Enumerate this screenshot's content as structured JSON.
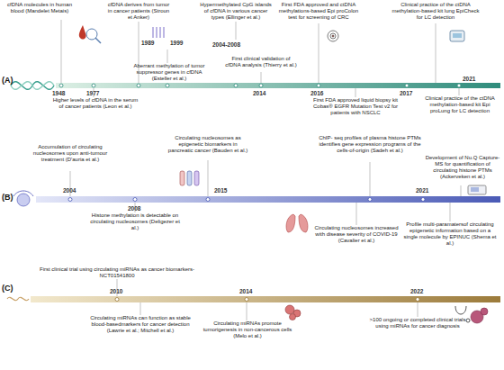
{
  "diagram": {
    "labels": [
      "(A)",
      "cfDNA molecules in human blood (Mandelet Metais)",
      "1948",
      "1977",
      "Higher levels of cfDNA in the serum of cancer patients (Leon et al.)",
      "cfDNA derives from tumor in cancer patients (Stroun et Anker)",
      "1989",
      "1999",
      "Aberrant methylation of tumor suppressor genes in cfDNA (Esteller et al.)",
      "Hypermethylated CpG islands of cfDNA in various cancer types (Ellinger et al.)",
      "2004-2008",
      "First clinical validation of cfDNA analysis (Thierry et al.)",
      "2014",
      "First FDA approved and ctDNA methylations-based Epi proColon test for screening of CRC",
      "2016",
      "First FDA approved liquid biopsy kit Cobas® EGFR Mutation Test v2 for patients with NSCLC",
      "2017",
      "Clinical practice of the ctDNA methylation-based kit lung EpiCheck for LC detection",
      "2021",
      "Clinical practice of the ctDNA methylation-based kit Epi proLung for LC detection",
      "(B)",
      "Accumulation of circulating nucleosomes upon anti-tumour treatment (D'auria et al.)",
      "2004",
      "2008",
      "Histone methylation is detectable on circulating nucleosomes (Deligezer et al.)",
      "Circulating nucleosomes as epigenetic biomarkers in pancreatic cancer (Bauden et al.)",
      "2015",
      "ChIP- seq profiles of plasma histone PTMs identifies gene expression programs of the cells-of-origin (Sadeh et al.)",
      "2021",
      "Development of Nu.Q Capture-MS for quantification of circulating histone PTMs (Ackerveken et al.)",
      "Circulating nucleosomes increased with disease severity of COVID-19 (Cavalier et al.)",
      "Profile multi-paramatersof circulating epigenetic information based on a single molecule by EPINUC (Shema et al.)",
      "(C)",
      "First clinical trial using circulating miRNAs as cancer biomarkers- NCT01541800",
      "2010",
      "Circulating miRNAs can function as stable blood-basedmarkers for cancer detection (Lawrie et al.; Mitchell et al.)",
      "2014",
      "Circulating miRNAs promote tumorigenesis in non-cancerous cells (Melo et al.)",
      "2022",
      ">100 ongoing or completed clinical trials using miRNAs for cancer diagnosis"
    ]
  }
}
